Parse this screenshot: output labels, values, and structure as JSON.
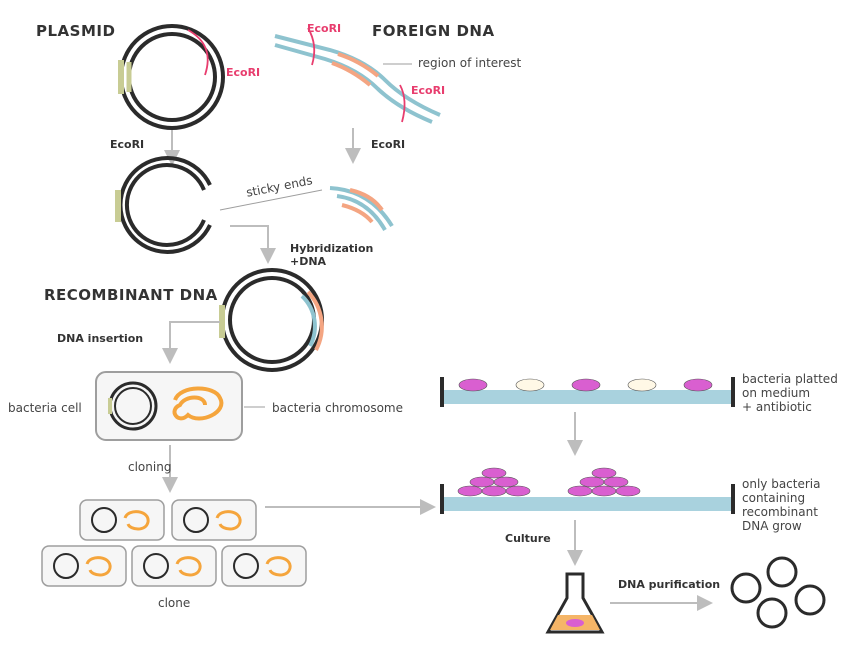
{
  "headings": {
    "plasmid": "PLASMID",
    "foreign_dna": "FOREIGN DNA",
    "recombinant_dna": "RECOMBINANT DNA"
  },
  "labels": {
    "ecori_site": "EcoRI",
    "region_of_interest": "region of interest",
    "sticky_ends": "sticky ends",
    "hybridization": "Hybridization",
    "plus_dna": "+DNA",
    "dna_insertion": "DNA insertion",
    "bacteria_cell": "bacteria cell",
    "bacteria_chromosome": "bacteria chromosome",
    "cloning": "cloning",
    "clone": "clone",
    "plated_line1": "bacteria platted",
    "plated_line2": "on medium",
    "plated_line3": "+ antibiotic",
    "grow_line1": "only bacteria",
    "grow_line2": "containing",
    "grow_line3": "recombinant",
    "grow_line4": "DNA grow",
    "culture": "Culture",
    "dna_purification": "DNA purification"
  },
  "colors": {
    "dna_dark": "#2b2b2b",
    "foreign_strand": "#8ec3cf",
    "insert": "#f4a582",
    "plasmid_marker": "#c8cc94",
    "ecori": "#e83d6e",
    "arrow": "#bdbdbd",
    "chromosome": "#f5a53c",
    "colony": "#d95fd0",
    "plate": "#a9d2de"
  }
}
